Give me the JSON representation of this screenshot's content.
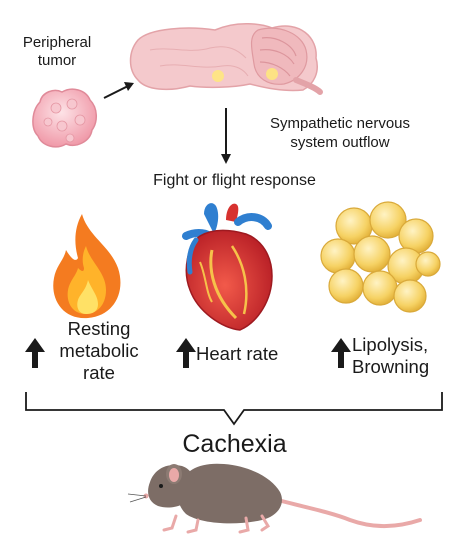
{
  "labels": {
    "peripheral_tumor": [
      "Peripheral",
      "tumor"
    ],
    "outflow": [
      "Sympathetic nervous",
      "system outflow"
    ],
    "fight_response": "Fight or flight response",
    "resting": [
      "Resting",
      "metabolic",
      "rate"
    ],
    "heart_rate": "Heart rate",
    "lipolysis": [
      "Lipolysis,",
      "Browning"
    ],
    "cachexia": "Cachexia"
  },
  "colors": {
    "brain": "#f4c9cc",
    "brain_line": "#e3a3a8",
    "tumor": "#f5b9c2",
    "flame_outer": "#f47b20",
    "flame_inner": "#ffd23f",
    "heart_red": "#d7322f",
    "vein_blue": "#2f7fd0",
    "fat": "#f7d66a",
    "mouse": "#7d6d66",
    "arrow": "#1a1a1a"
  }
}
